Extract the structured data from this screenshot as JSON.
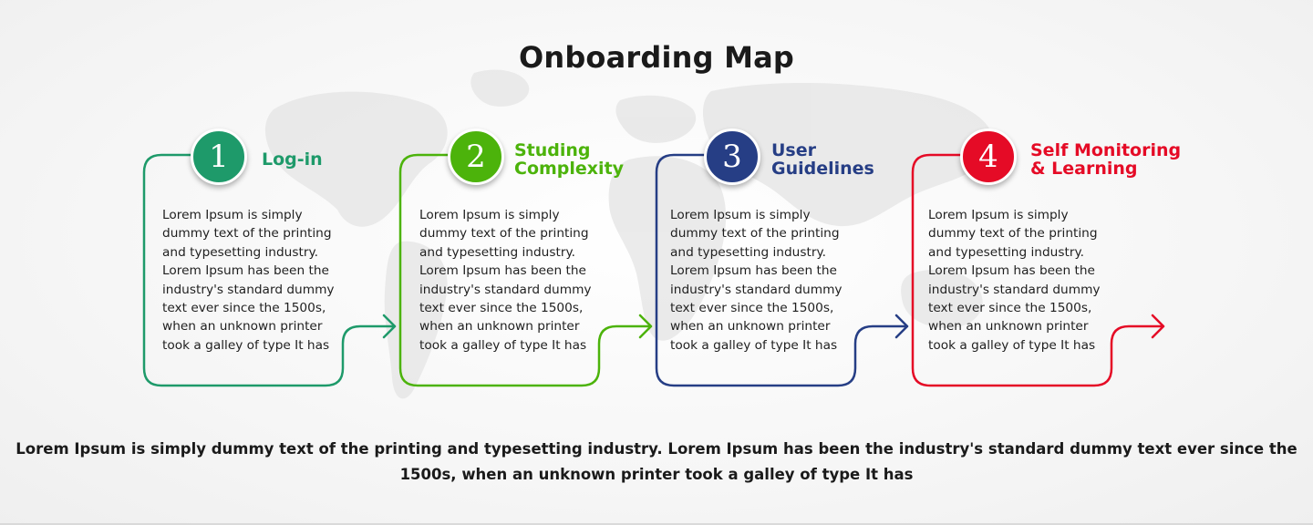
{
  "title": "Onboarding Map",
  "steps": [
    {
      "number": "1",
      "title": "Log-in",
      "color": "#1e9a6a",
      "body": "Lorem Ipsum is simply dummy text of the printing and typesetting industry. Lorem Ipsum has been the industry's standard dummy text ever since the 1500s, when an unknown printer took a galley of type It has"
    },
    {
      "number": "2",
      "title": "Studing\nComplexity",
      "color": "#4cb30b",
      "body": "Lorem Ipsum is simply dummy text of the printing and typesetting industry. Lorem Ipsum has been the industry's standard dummy text ever since the 1500s, when an unknown printer took a galley of type It has"
    },
    {
      "number": "3",
      "title": "User\nGuidelines",
      "color": "#263e85",
      "body": "Lorem Ipsum is simply dummy text of the printing and typesetting industry. Lorem Ipsum has been the industry's standard dummy text ever since the 1500s, when an unknown printer took a galley of type It has"
    },
    {
      "number": "4",
      "title": "Self Monitoring\n& Learning",
      "color": "#e50b26",
      "body": "Lorem Ipsum is simply dummy text of the printing and typesetting industry. Lorem Ipsum has been the industry's standard dummy text ever since the 1500s, when an unknown printer took a galley of type It has"
    }
  ],
  "footer": "Lorem Ipsum is simply dummy text of the printing and typesetting industry. Lorem Ipsum has been the industry's standard dummy text ever since the 1500s, when an unknown printer took a galley of type It has"
}
